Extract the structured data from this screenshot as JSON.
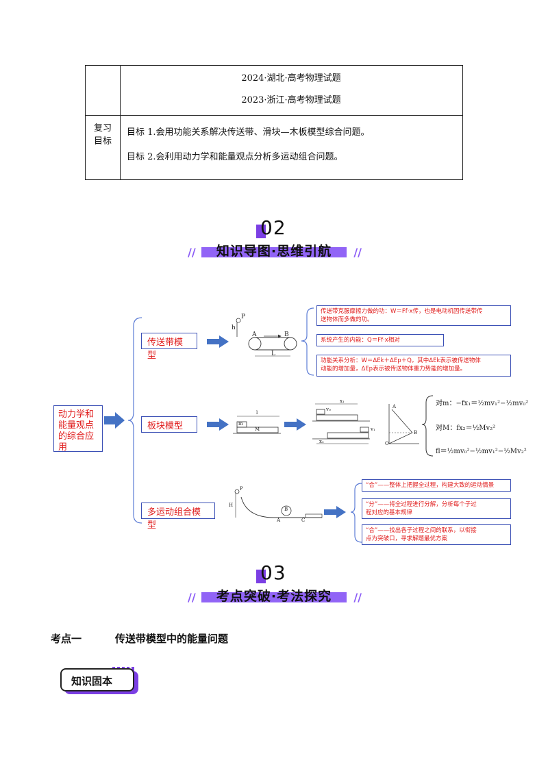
{
  "table": {
    "row1_line1": "2024·湖北·高考物理试题",
    "row1_line2": "2023·浙江·高考物理试题",
    "row2_label_line1": "复习",
    "row2_label_line2": "目标",
    "goal1": "目标 1.会用功能关系解决传送带、滑块—木板模型综合问题。",
    "goal2": "目标 2.会利用动力学和能量观点分析多运动组合问题。"
  },
  "section2": {
    "number": "02",
    "title": "知识导图·思维引航"
  },
  "mindmap": {
    "root_line1": "动力学和",
    "root_line2": "能量观点",
    "root_line3": "的综合应",
    "root_line4": "用",
    "branch1": {
      "label": "传送带模型",
      "note1_line1": "传送带克服摩擦力做的功：W＝Ff·x传，也是电动机因传送带传",
      "note1_line2": "送物体而多做的功。",
      "note2": "系统产生的内能：Q＝Ff·x相对",
      "note3_line1": "功能关系分析：W＝ΔEk＋ΔEp＋Q。其中ΔEk表示被传送物体",
      "note3_line2": "动能的增加量，ΔEp表示被传送物体重力势能的增加量。",
      "fig_labels": [
        "P",
        "h",
        "A",
        "B",
        "L"
      ]
    },
    "branch2": {
      "label": "板块模型",
      "fig_labels": [
        "m",
        "M",
        "l",
        "x₁",
        "x₂",
        "v₀",
        "v₁",
        "A",
        "B",
        "O"
      ],
      "eq1": "对m：−fx₁＝½mv₁²−½mv₀²",
      "eq2": "对M：fx₂＝½Mv₂²",
      "eq3": "fl＝½mv₀²−½mv₁²−½Mv₂²"
    },
    "branch3": {
      "label": "多运动组合模型",
      "note1": "“合”——整体上把握全过程，构建大致的运动情景",
      "note2_line1": "“分”——将全过程进行分解，分析每个子过",
      "note2_line2": "程对应的基本规律",
      "note3_line1": "“合”——找出各子过程之间的联系，以衔接",
      "note3_line2": "点为突破口，寻求解题最优方案",
      "fig_labels": [
        "P",
        "H",
        "A",
        "B",
        "C"
      ]
    }
  },
  "section3": {
    "number": "03",
    "title": "考点突破·考法探究"
  },
  "topic1": {
    "label": "考点一",
    "title": "传送带模型中的能量问题"
  },
  "badge": "知识固本",
  "colors": {
    "accent": "#8b5cf6",
    "arrow": "#4472c4",
    "red": "#e01b1b",
    "box_border": "#3a4fb5"
  }
}
